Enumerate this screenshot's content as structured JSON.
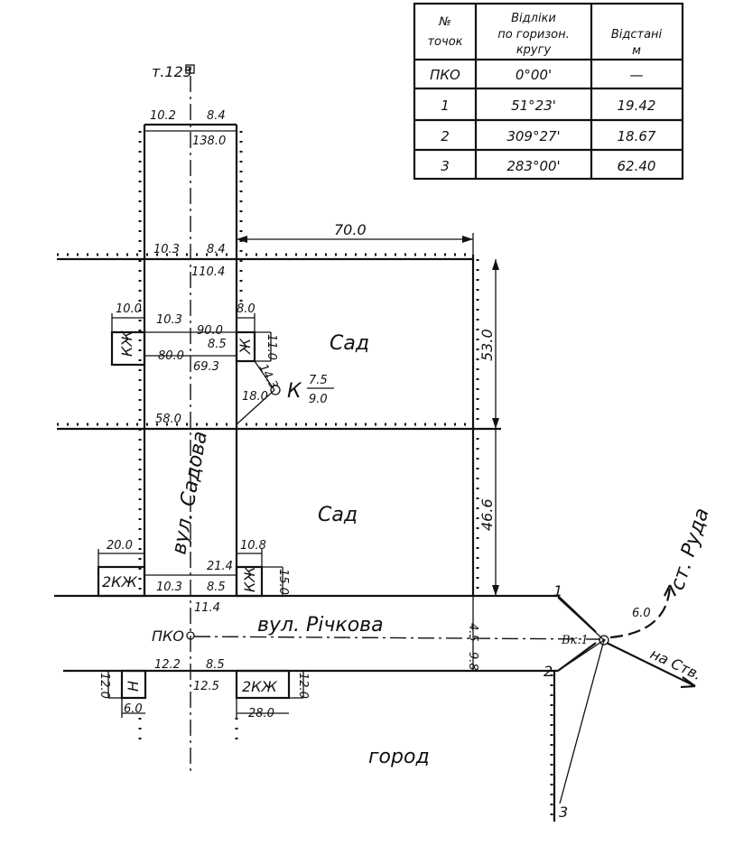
{
  "table": {
    "header": {
      "col1": [
        "№",
        "точок"
      ],
      "col2": [
        "Відліки",
        "по горизон.",
        "кругу"
      ],
      "col3": [
        "Відстані",
        "м"
      ]
    },
    "rows": [
      {
        "point": "ПКО",
        "reading": "0°00'",
        "distance": "—"
      },
      {
        "point": "1",
        "reading": "51°23'",
        "distance": "19.42"
      },
      {
        "point": "2",
        "reading": "309°27'",
        "distance": "18.67"
      },
      {
        "point": "3",
        "reading": "283°00'",
        "distance": "62.40"
      }
    ]
  },
  "labels": {
    "point_t125": "т.125",
    "garden": "Сад",
    "garden2": "Сад",
    "street_sadova": "вул. Садова",
    "street_richkova": "вул. Річкова",
    "pk0": "ПКО",
    "vk1": "Вк.1",
    "city": "город",
    "st_ruda": "ст. Руда",
    "na_stv": "на Ств.",
    "k_label": "К",
    "k_num": "7.5",
    "k_den": "9.0",
    "pt1": "1",
    "pt2": "2",
    "pt3": "3"
  },
  "dimensions": {
    "d70": "70.0",
    "d53": "53.0",
    "d46_6": "46.6",
    "d10_2": "10.2",
    "d8_4a": "8.4",
    "d138": "138.0",
    "d10_3a": "10.3",
    "d8_4b": "8.4",
    "d110_4": "110.4",
    "d10_0": "10.0",
    "d10_3b": "10.3",
    "d90": "90.0",
    "d8_0": "8.0",
    "d80": "80.0",
    "d8_5a": "8.5",
    "d69_3": "69.3",
    "d11_0": "11.0",
    "d14_3": "14.3",
    "d18_0": "18.0",
    "d58": "58.0",
    "d20": "20.0",
    "d10_8": "10.8",
    "d21_4": "21.4",
    "d10_3c": "10.3",
    "d8_5b": "8.5",
    "d15": "15.0",
    "d11_4": "11.4",
    "d4_5": "4.5",
    "d9_8": "9.8",
    "d12_2": "12.2",
    "d8_5c": "8.5",
    "d12_5": "12.5",
    "d12_0a": "12.0",
    "d6_0a": "6.0",
    "d28": "28.0",
    "d12_0b": "12.0",
    "d6_0b": "6.0"
  },
  "buildings": {
    "kzh1": "КЖ",
    "zh1": "Ж",
    "kzh2": "2КЖ",
    "kzh3": "КЖ",
    "n1": "Н",
    "kzh4": "2КЖ"
  }
}
